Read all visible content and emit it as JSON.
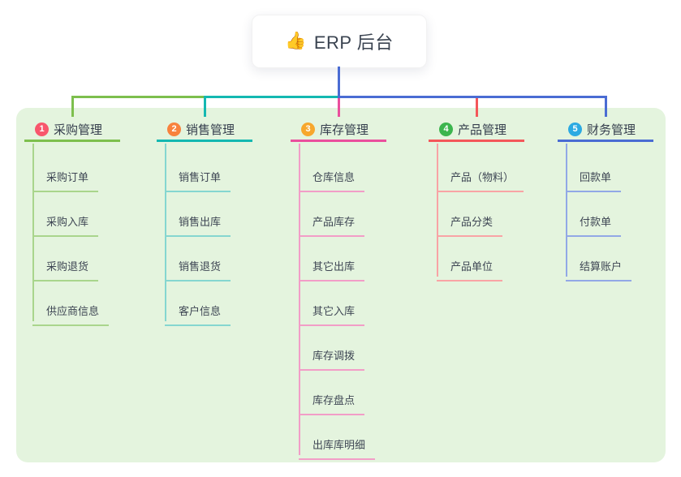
{
  "root": {
    "icon": "👍",
    "label": "ERP 后台"
  },
  "panel_color": "#e4f4de",
  "stem_color": "#4a6cd3",
  "branches": [
    {
      "num": "1",
      "label": "采购管理",
      "badge_color": "#f8566c",
      "line_color": "#7dbf4d",
      "subline_color": "#a9d58c",
      "children": [
        "采购订单",
        "采购入库",
        "采购退货",
        "供应商信息"
      ]
    },
    {
      "num": "2",
      "label": "销售管理",
      "badge_color": "#f8823d",
      "line_color": "#14b8b1",
      "subline_color": "#85d6d0",
      "children": [
        "销售订单",
        "销售出库",
        "销售退货",
        "客户信息"
      ]
    },
    {
      "num": "3",
      "label": "库存管理",
      "badge_color": "#f7a72d",
      "line_color": "#ea4f9d",
      "subline_color": "#f29dc7",
      "children": [
        "仓库信息",
        "产品库存",
        "其它出库",
        "其它入库",
        "库存调拨",
        "库存盘点",
        "出库库明细"
      ]
    },
    {
      "num": "4",
      "label": "产品管理",
      "badge_color": "#3cb54e",
      "line_color": "#f4575a",
      "subline_color": "#f9a3a5",
      "children": [
        "产品（物料）",
        "产品分类",
        "产品单位"
      ]
    },
    {
      "num": "5",
      "label": "财务管理",
      "badge_color": "#2caae2",
      "line_color": "#4a6cd3",
      "subline_color": "#92a8e6",
      "children": [
        "回款单",
        "付款单",
        "结算账户"
      ]
    }
  ]
}
